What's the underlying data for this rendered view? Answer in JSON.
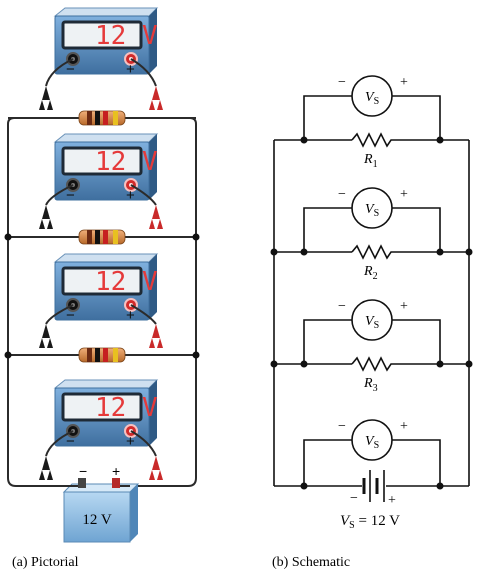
{
  "pictorial": {
    "meters": [
      {
        "reading": "12 V",
        "minus": "−",
        "plus": "+"
      },
      {
        "reading": "12 V",
        "minus": "−",
        "plus": "+"
      },
      {
        "reading": "12 V",
        "minus": "−",
        "plus": "+"
      },
      {
        "reading": "12 V",
        "minus": "−",
        "plus": "+"
      }
    ],
    "battery": {
      "label": "12 V",
      "minus": "−",
      "plus": "+"
    },
    "caption": "(a) Pictorial"
  },
  "schematic": {
    "meter_label": "V",
    "meter_sub": "S",
    "minus": "−",
    "plus": "+",
    "resistors": [
      {
        "label": "R",
        "sub": "1"
      },
      {
        "label": "R",
        "sub": "2"
      },
      {
        "label": "R",
        "sub": "3"
      }
    ],
    "battery_minus": "−",
    "battery_plus": "+",
    "source_label": "V",
    "source_sub": "S",
    "source_value": " = 12 V",
    "caption": "(b) Schematic"
  },
  "colors": {
    "meter": "#5b8fc4",
    "screen_digits": "#e53a3a",
    "battery": "#8fc0e8",
    "resistor_body": "#d98a46"
  }
}
